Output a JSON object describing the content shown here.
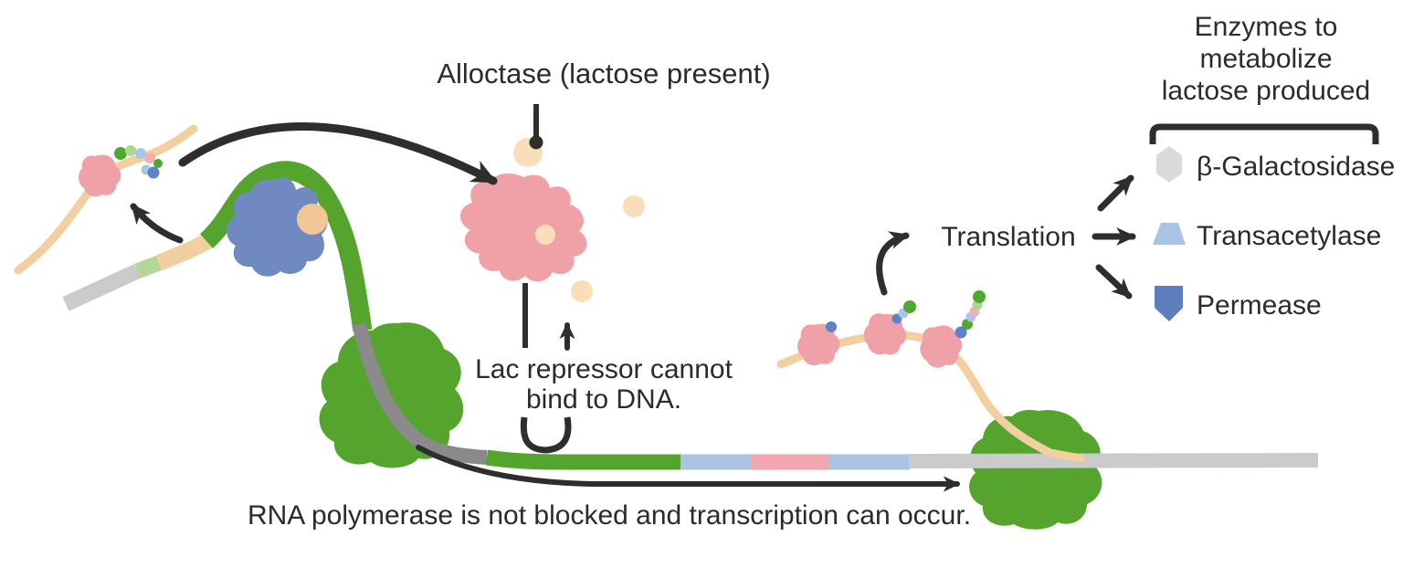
{
  "figure": {
    "topic": "lac operon with lactose present",
    "labels": {
      "alloctase": "Alloctase (lactose present)",
      "repressor_note_1": "Lac repressor cannot",
      "repressor_note_2": "bind to DNA.",
      "transcription_note": "RNA polymerase is not blocked and transcription can occur.",
      "translation": "Translation",
      "enzymes_title_1": "Enzymes to",
      "enzymes_title_2": "metabolize",
      "enzymes_title_3": "lactose produced",
      "enzymes": [
        {
          "name": "β-Galactosidase",
          "icon": "hexagon-icon"
        },
        {
          "name": "Transacetylase",
          "icon": "trapezoid-icon"
        },
        {
          "name": "Permease",
          "icon": "pentagon-icon"
        }
      ]
    },
    "colors": {
      "green": "#54A42D",
      "light_green": "#B2D796",
      "tan": "#F2CF9F",
      "tan_light": "#F8DEB9",
      "cap_ligand": "#F0C795",
      "pink": "#F0A1A7",
      "pink_segment": "#F2A6AE",
      "blue_protein": "#7089C1",
      "bead_blue": "#5C83C9",
      "bead_light_blue": "#A9C6E8",
      "bead_green": "#4FA830",
      "bead_light_green": "#AED593",
      "bead_pink": "#F2AEB4",
      "gray_dna": "#CBCBCB",
      "dark_gray_dna": "#8A8A8A",
      "seg_light_blue": "#A9C3E2",
      "hex_gray": "#DADADA",
      "trap_blue": "#A7C4E4",
      "pent_blue": "#5C80BE",
      "arrow": "#2E2E2E",
      "text": "#2B2B2B"
    }
  }
}
